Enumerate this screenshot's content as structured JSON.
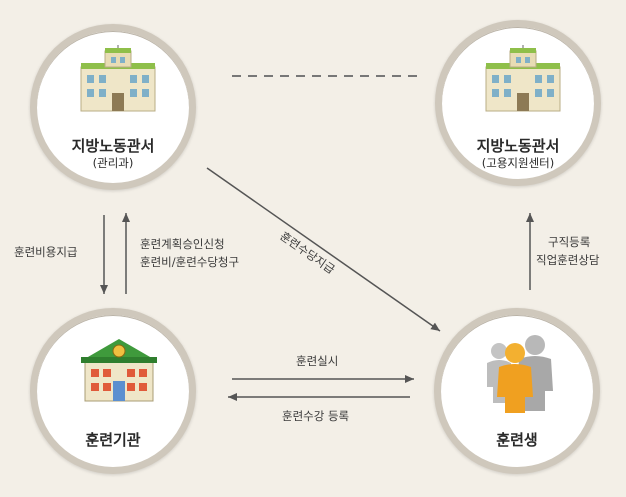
{
  "nodes": {
    "top_left": {
      "title": "지방노동관서",
      "subtitle": "(관리과)",
      "icon": "office-building-icon"
    },
    "top_right": {
      "title": "지방노동관서",
      "subtitle": "(고용지원센터)",
      "icon": "office-building-icon"
    },
    "bottom_left": {
      "title": "훈련기관",
      "icon": "school-building-icon"
    },
    "bottom_right": {
      "title": "훈련생",
      "icon": "people-icon"
    }
  },
  "edges": {
    "cost_payment": "훈련비용지급",
    "plan_approval_line1": "훈련계획승인신청",
    "plan_approval_line2": "훈련비/훈련수당청구",
    "allowance_payment": "훈련수당지급",
    "job_registration_line1": "구직등록",
    "job_registration_line2": "직업훈련상담",
    "training_conduct": "훈련실시",
    "course_registration": "훈련수강 등록"
  },
  "colors": {
    "background": "#f3efe7",
    "circle_border": "#cfc8bc",
    "arrow": "#555555",
    "building_green": "#8fbf4a",
    "building_cream": "#efe6c8",
    "school_green": "#3f9a3c",
    "person_orange": "#f0a020",
    "person_grey": "#a8a8a8"
  }
}
